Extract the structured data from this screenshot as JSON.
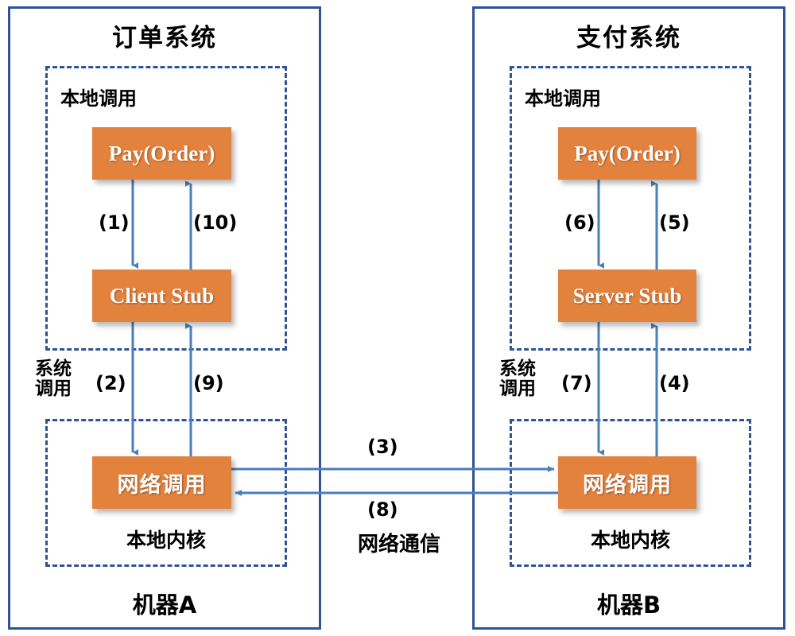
{
  "diagram": {
    "title_machine_a": "订单系统",
    "title_machine_b": "支付系统",
    "machine_a_label": "机器A",
    "machine_b_label": "机器B",
    "network_communication_label": "网络通信",
    "colors": {
      "box_fill": "#E3823D",
      "frame_border": "#2E5496",
      "arrow": "#4A7EBB",
      "box_text": "#FFFFFF",
      "label_text": "#000000"
    }
  },
  "machine_a": {
    "local_call_region_label": "本地调用",
    "local_kernel_region_label": "本地内核",
    "syscall_label": "系统\n调用",
    "syscall_label_line1": "系统",
    "syscall_label_line2": "调用",
    "boxes": {
      "pay_order": "Pay(Order)",
      "stub": "Client Stub",
      "network_call": "网络调用"
    }
  },
  "machine_b": {
    "local_call_region_label": "本地调用",
    "local_kernel_region_label": "本地内核",
    "syscall_label_line1": "系统",
    "syscall_label_line2": "调用",
    "boxes": {
      "pay_order": "Pay(Order)",
      "stub": "Server Stub",
      "network_call": "网络调用"
    }
  },
  "steps": {
    "s1": "(1)",
    "s2": "(2)",
    "s3": "(3)",
    "s4": "(4)",
    "s5": "(5)",
    "s6": "(6)",
    "s7": "(7)",
    "s8": "(8)",
    "s9": "(9)",
    "s10": "(10)"
  }
}
